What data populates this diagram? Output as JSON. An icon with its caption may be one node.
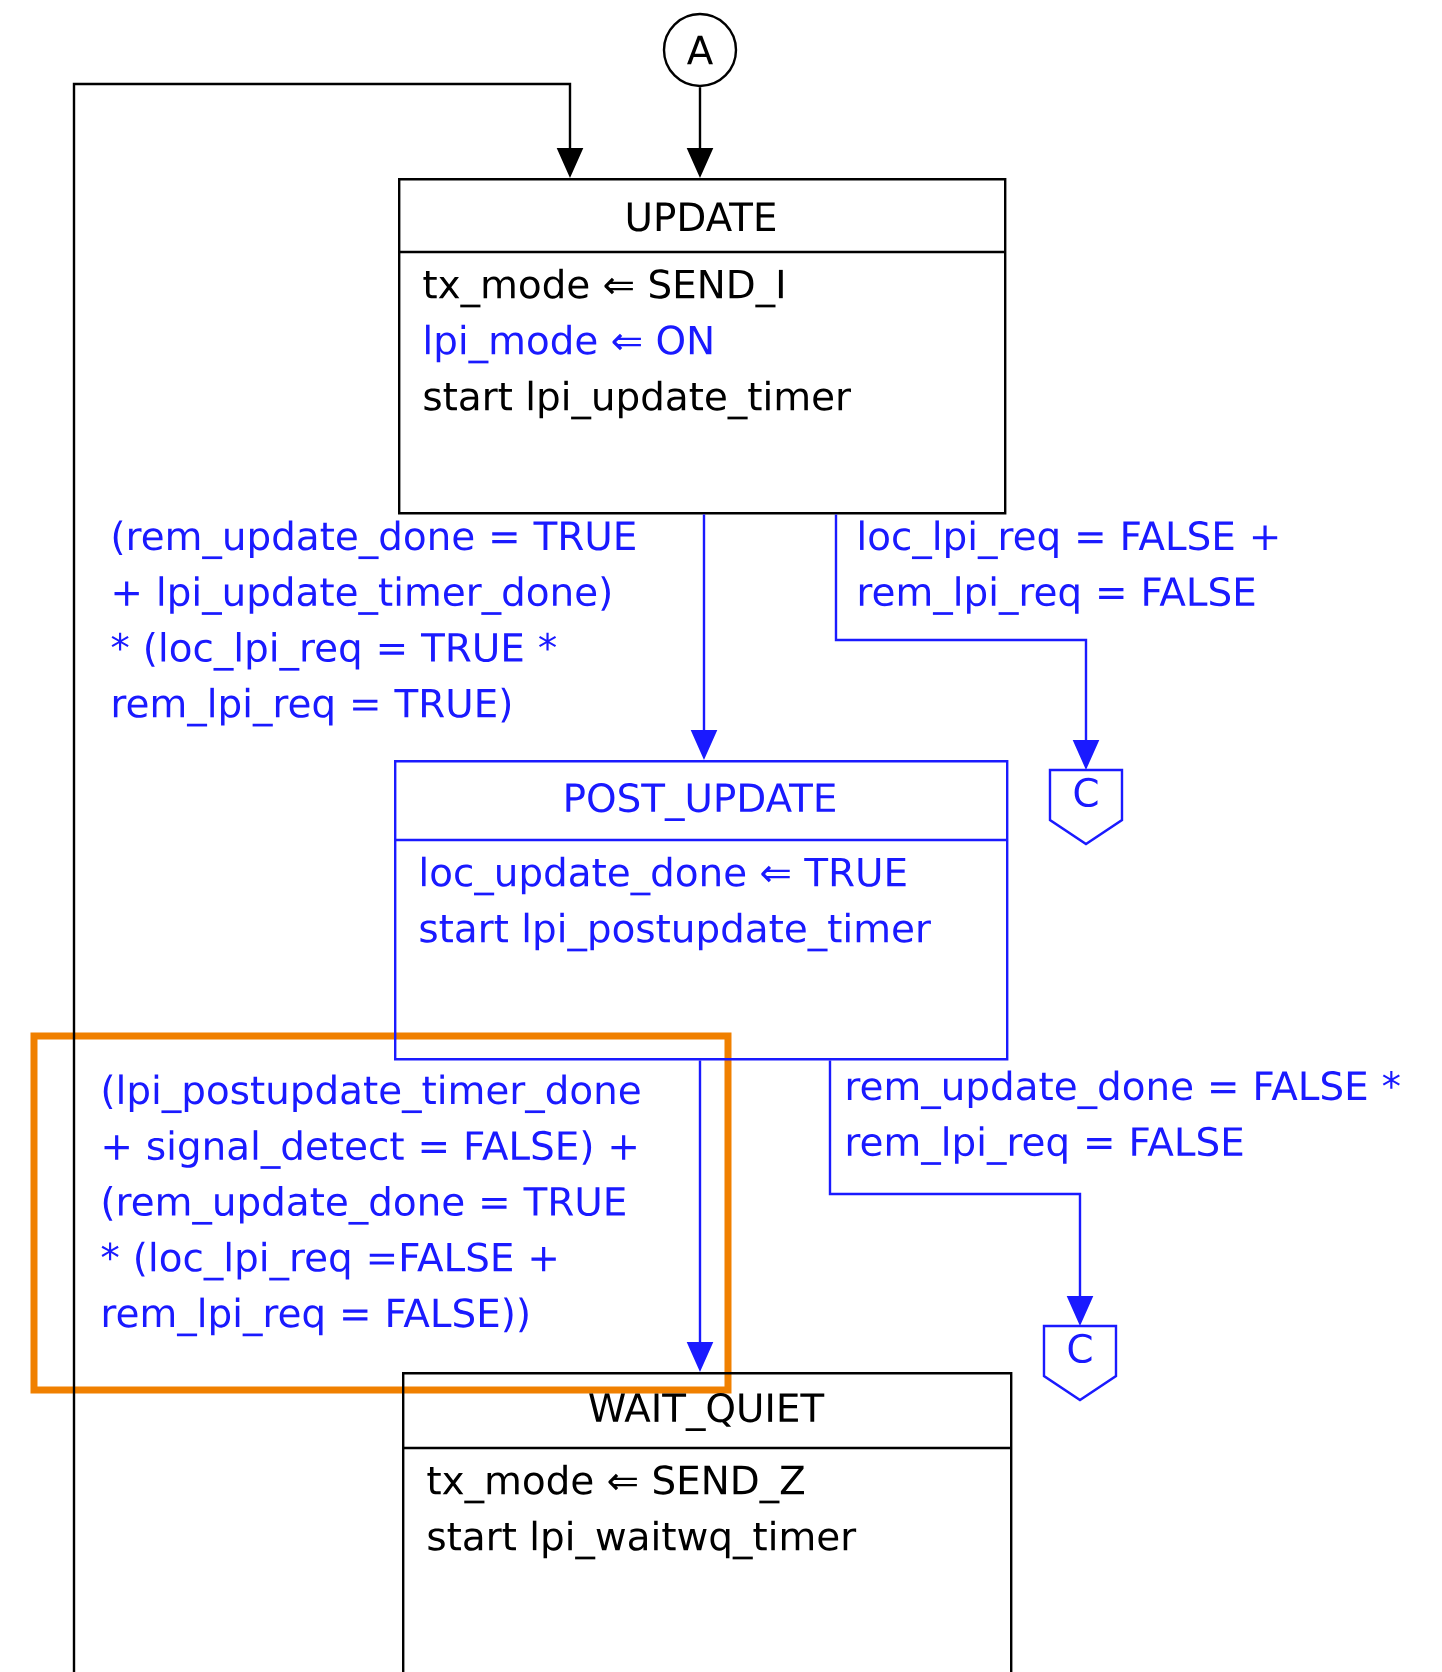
{
  "diagram": {
    "nodes": [
      {
        "text": [
          "A"
        ]
      },
      {
        "text": [
          "UPDATE",
          "tx_mode ⇐ SEND_I",
          "lpi_mode ⇐ ON",
          "start lpi_update_timer"
        ]
      },
      {
        "text": [
          "C"
        ]
      },
      {
        "text": [
          "POST_UPDATE",
          "loc_update_done ⇐ TRUE",
          "start lpi_postupdate_timer"
        ]
      },
      {
        "text": [
          "C"
        ]
      },
      {
        "text": [
          "WAIT_QUIET",
          "tx_mode ⇐ SEND_Z",
          "start lpi_waitwq_timer"
        ]
      }
    ],
    "edges": [
      {
        "from": 0,
        "to": 1,
        "arrow": "to",
        "color": "#000000"
      },
      {
        "from": null,
        "to": 1,
        "arrow": "to",
        "color": "#000000"
      },
      {
        "from": 1,
        "to": 3,
        "arrow": "to",
        "label": "(rem_update_done = TRUE + lpi_update_timer_done) * (loc_lpi_req = TRUE * rem_lpi_req = TRUE)"
      },
      {
        "from": 1,
        "to": 2,
        "arrow": "to",
        "label": "loc_lpi_req = FALSE + rem_lpi_req = FALSE"
      },
      {
        "from": 3,
        "to": 5,
        "arrow": "to",
        "label": "(lpi_postupdate_timer_done + signal_detect = FALSE) + (rem_update_done = TRUE * (loc_lpi_req =FALSE + rem_lpi_req = FALSE))"
      },
      {
        "from": 3,
        "to": 4,
        "arrow": "to",
        "label": "rem_update_done = FALSE * rem_lpi_req = FALSE"
      }
    ]
  }
}
